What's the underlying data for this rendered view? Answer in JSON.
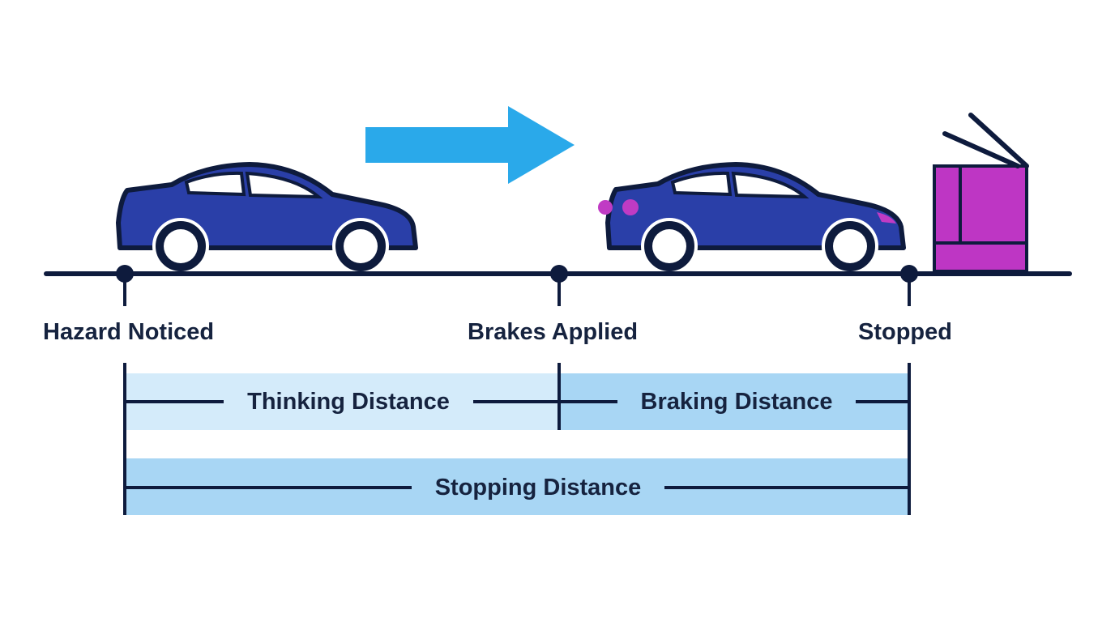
{
  "colors": {
    "line": "#0e1b3d",
    "car_body": "#2a3fa8",
    "car_window": "#ffffff",
    "motion_arrow": "#2aa9ea",
    "brake_light": "#c03bc4",
    "obstacle": "#be36c4",
    "band_thinking": "#d4ebfa",
    "band_braking": "#a8d6f4",
    "band_stopping": "#a8d6f4",
    "text": "#16233f"
  },
  "icons": {
    "moving_car": "car-side-icon",
    "braking_car": "car-side-braking-icon",
    "motion": "arrow-right-icon",
    "obstacle": "obstacle-box-icon"
  },
  "milestones": {
    "hazard": "Hazard Noticed",
    "brakes": "Brakes Applied",
    "stopped": "Stopped"
  },
  "bands": {
    "thinking": "Thinking Distance",
    "braking": "Braking Distance",
    "stopping": "Stopping Distance"
  }
}
